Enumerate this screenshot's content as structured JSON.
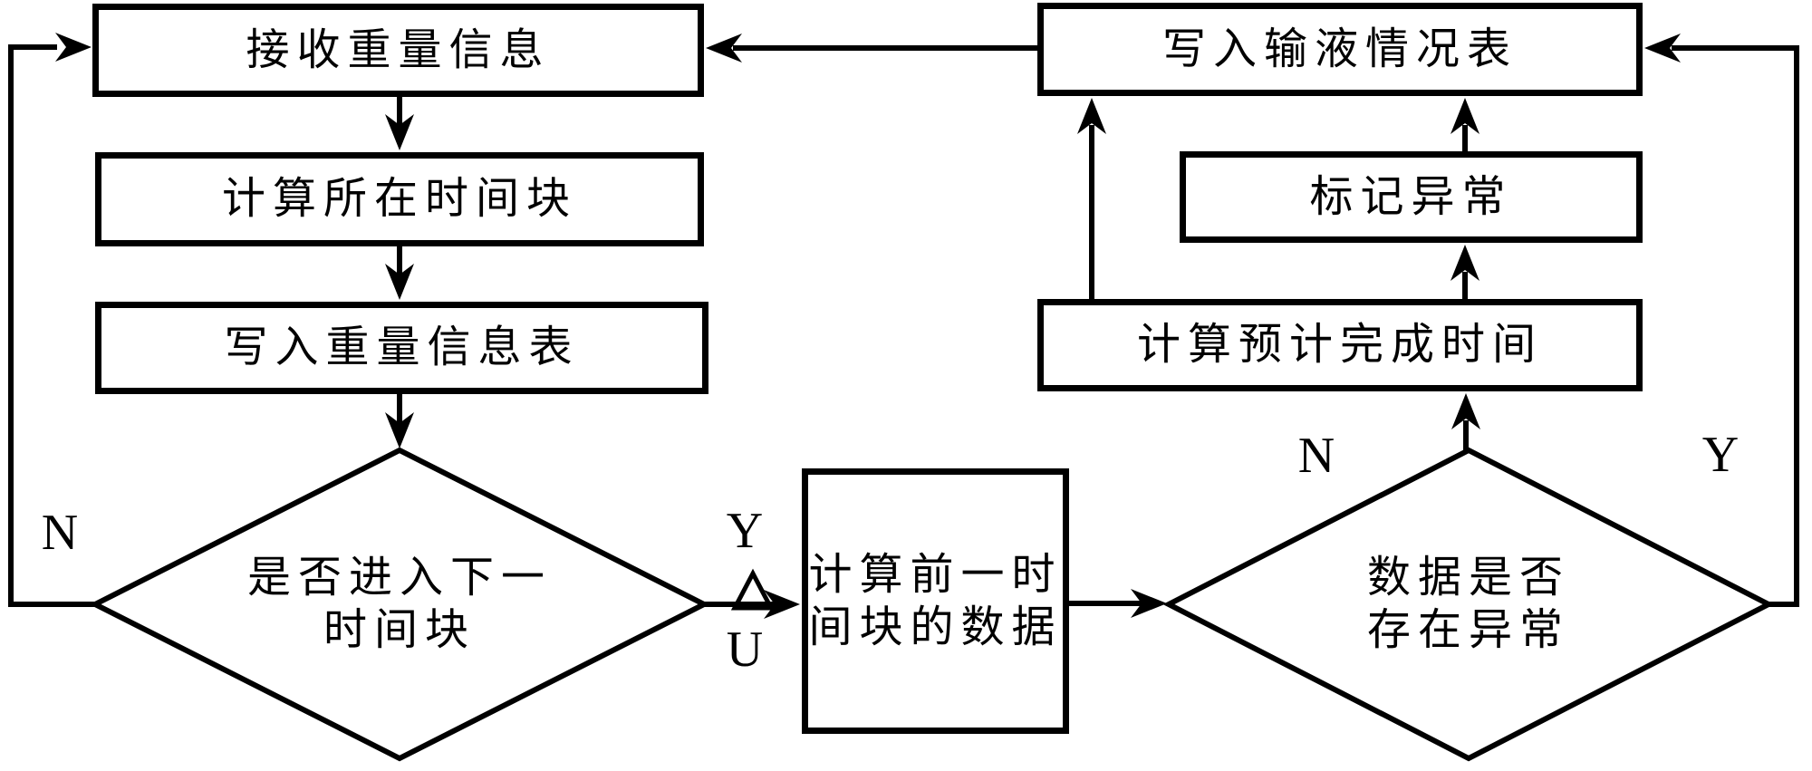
{
  "diagram": {
    "title": "infusion-monitoring-flowchart",
    "colors": {
      "stroke": "#000000",
      "background": "#ffffff"
    },
    "nodes": {
      "receive_weight": {
        "label": "接收重量信息"
      },
      "calc_timeblock": {
        "label": "计算所在时间块"
      },
      "write_weight_table": {
        "label": "写入重量信息表"
      },
      "is_next_timeblock": {
        "line1": "是否进入下一",
        "line2": "时间块"
      },
      "calc_prev_block": {
        "line1": "计算前一时",
        "line2": "间块的数据"
      },
      "data_abnormal": {
        "line1": "数据是否",
        "line2": "存在异常"
      },
      "calc_completion": {
        "label": "计算预计完成时间"
      },
      "mark_abnormal": {
        "label": "标记异常"
      },
      "write_infusion_table": {
        "label": "写入输液情况表"
      }
    },
    "labels": {
      "n_left": "N",
      "y_mid": "Y",
      "u_mid": "U",
      "n_right": "N",
      "y_right": "Y"
    }
  }
}
